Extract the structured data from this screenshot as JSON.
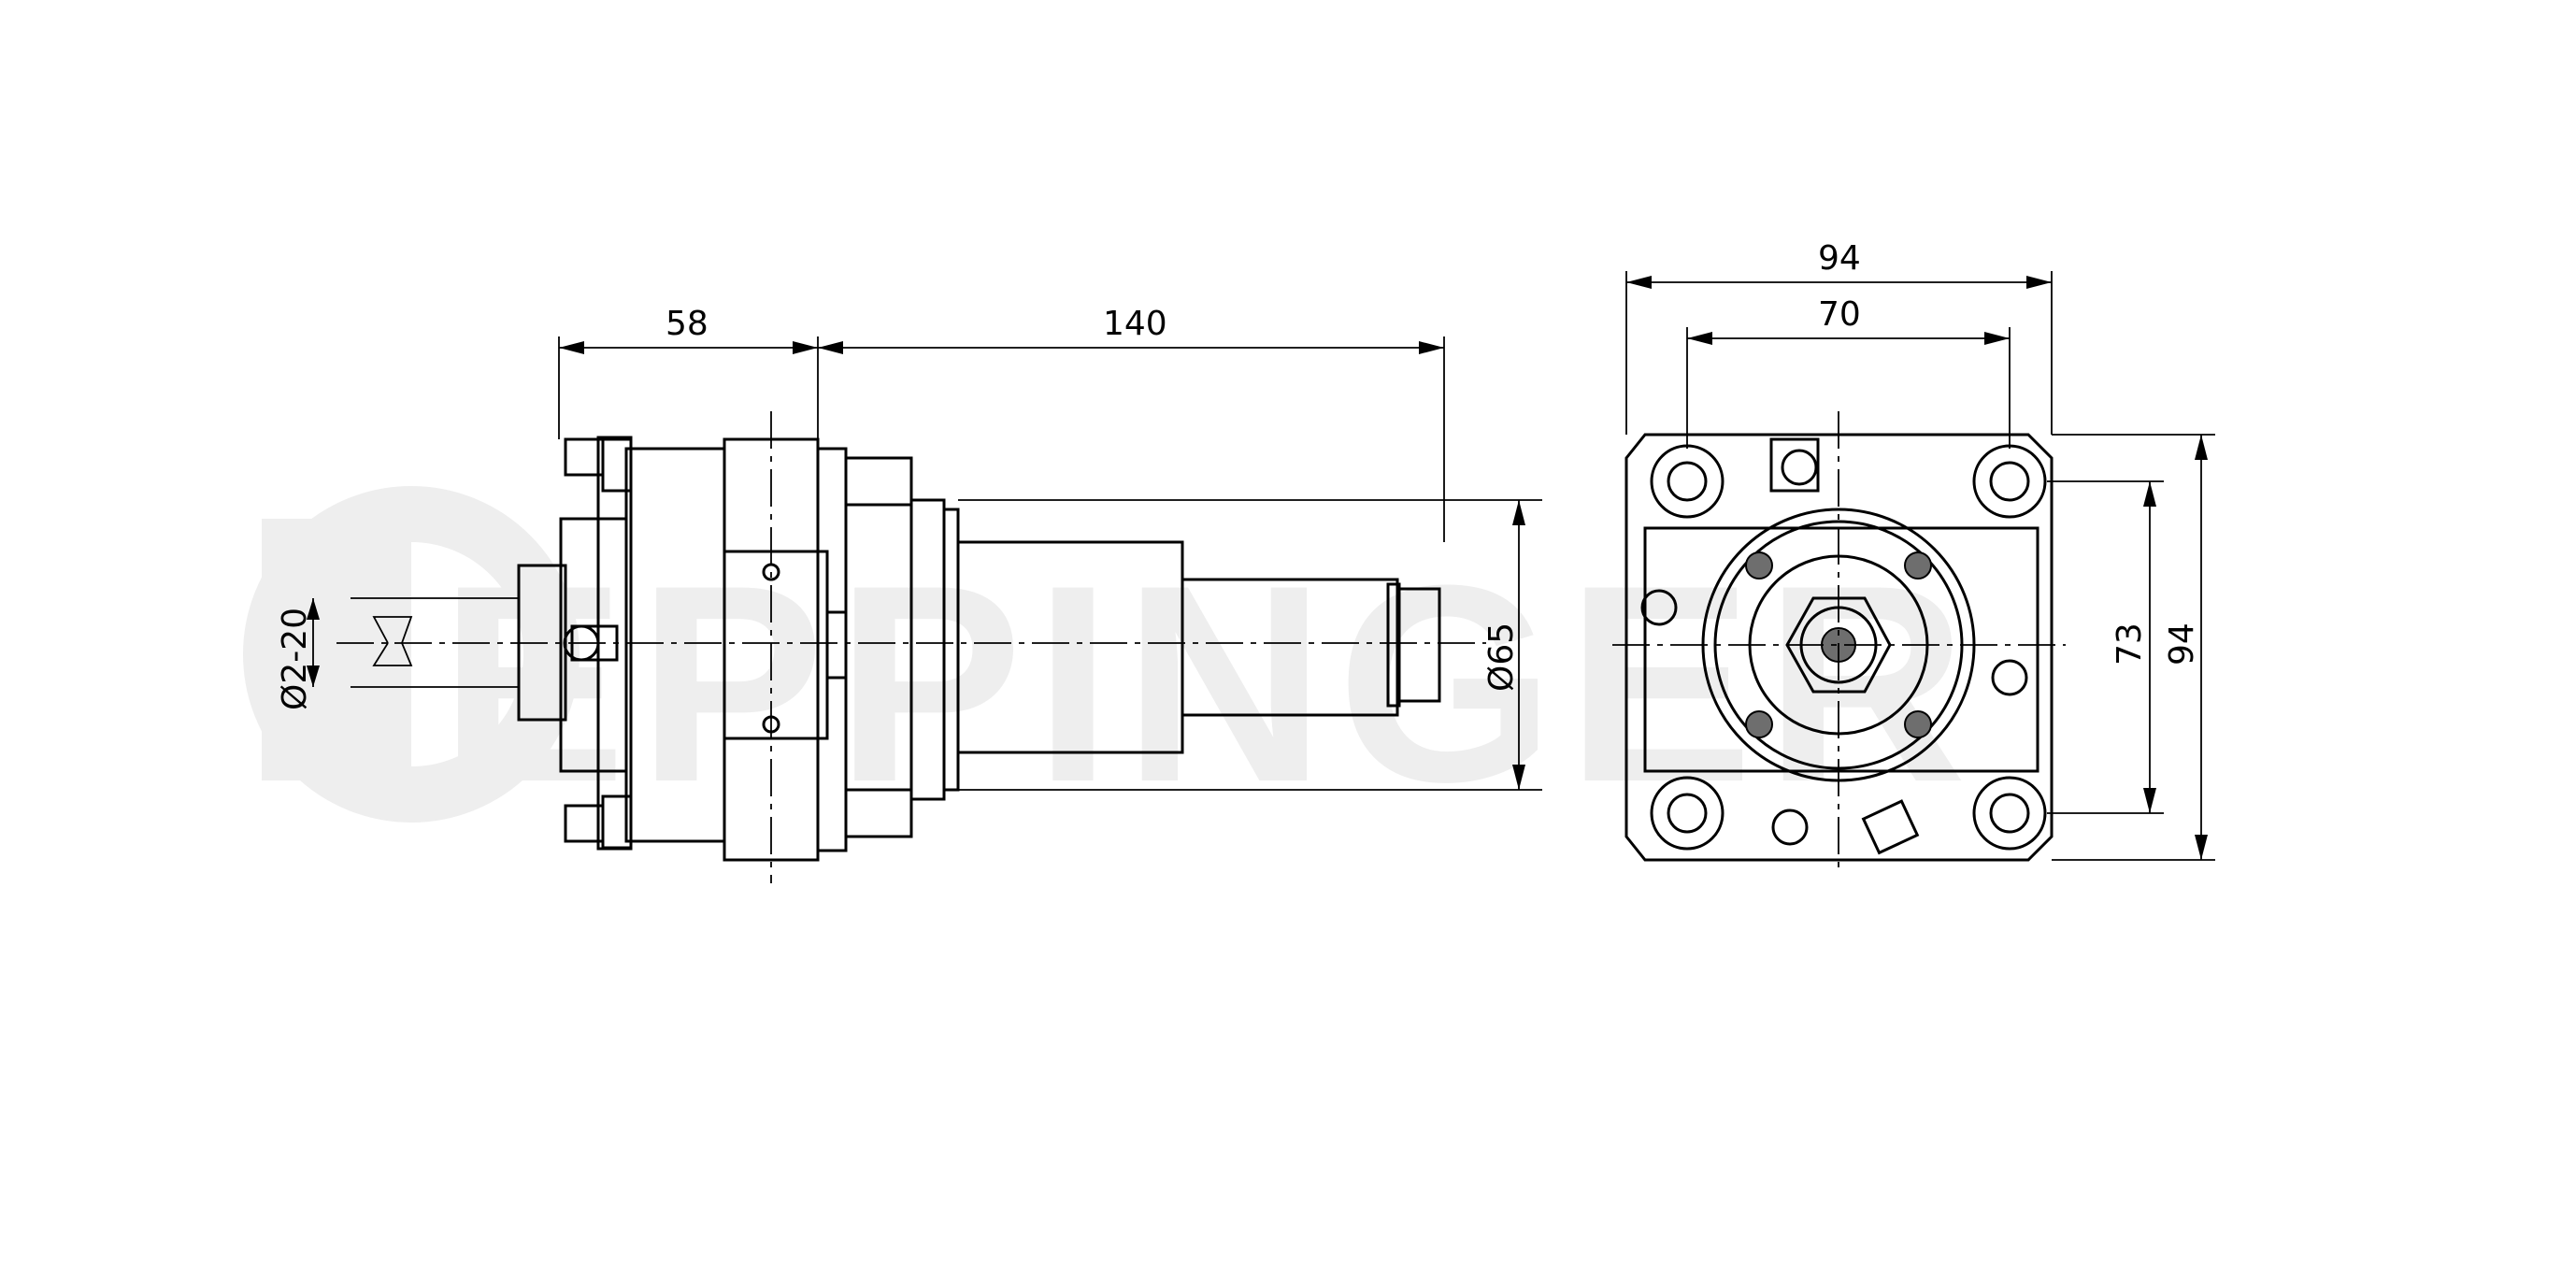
{
  "watermark": {
    "text": "EPPINGER",
    "color": "#eeeeee"
  },
  "side_view": {
    "dimensions": {
      "length_head": "58",
      "length_shank": "140",
      "shank_diameter": "Ø65",
      "collet_range": "Ø2-20"
    }
  },
  "front_view": {
    "dimensions": {
      "width_overall": "94",
      "width_bolt_pattern": "70",
      "height_bolt_pattern": "73",
      "height_overall": "94"
    }
  }
}
